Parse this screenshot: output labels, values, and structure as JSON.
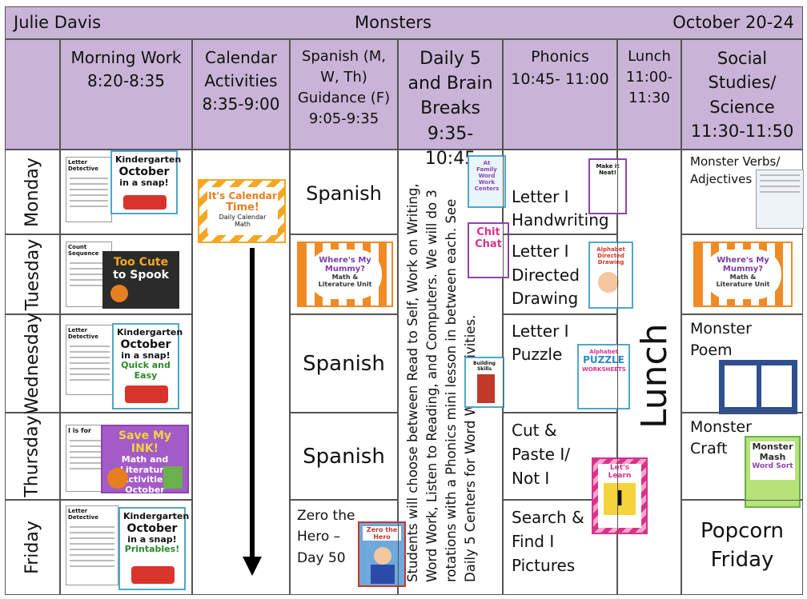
{
  "header": {
    "teacher": "Julie Davis",
    "theme": "Monsters",
    "dates": "October 20-24"
  },
  "columns": [
    {
      "line1": "Morning Work",
      "line2": "8:20-8:35"
    },
    {
      "line1": "Calendar",
      "line2": "Activities",
      "line3": "8:35-9:00"
    },
    {
      "line1": "Spanish (M,",
      "line2": "W, Th)",
      "line3": "Guidance (F)",
      "line4": "9:05-9:35"
    },
    {
      "line1": "Daily 5",
      "line2": "and Brain",
      "line3": "Breaks",
      "line4": "9:35- 10:45"
    },
    {
      "line1": "Phonics",
      "line2": "10:45- 11:00"
    },
    {
      "line1": "Lunch",
      "line2": "11:00-",
      "line3": "11:30"
    },
    {
      "line1": "Social",
      "line2": "Studies/",
      "line3": "Science",
      "line4": "11:30-11:50"
    }
  ],
  "days": [
    "Monday",
    "Tuesday",
    "Wednesday",
    "Thursday",
    "Friday"
  ],
  "spanish": {
    "monday": "Spanish",
    "wednesday": "Spanish",
    "thursday": "Spanish",
    "friday_line1": "Zero the",
    "friday_line2": "Hero –",
    "friday_line3": "Day 50"
  },
  "daily5_text": [
    "Students will choose between Read to Self, Work on Writing,",
    "Word Work, Listen to Reading, and Computers. We will do 3",
    "rotations with a Phonics mini lesson in between each. See",
    "Daily 5 Centers for Word Work activities."
  ],
  "phonics": {
    "monday": [
      "Letter I",
      "Handwriting"
    ],
    "tuesday": [
      "Letter I",
      "Directed",
      "Drawing"
    ],
    "wednesday": [
      "Letter I",
      "Puzzle"
    ],
    "thursday": [
      "Cut &",
      "Paste I/",
      "Not I"
    ],
    "friday": [
      "Search &",
      "Find I",
      "Pictures"
    ]
  },
  "lunch_label": "Lunch",
  "social": {
    "monday": [
      "Monster Verbs/",
      "Adjectives"
    ],
    "wednesday": [
      "Monster",
      "Poem"
    ],
    "thursday": [
      "Monster",
      "Craft"
    ],
    "friday": [
      "Popcorn",
      "Friday"
    ]
  },
  "thumbnails": {
    "kinder_october": [
      "Kindergarten",
      "October",
      "in a snap!",
      "Quick and Easy",
      "Printables!"
    ],
    "too_cute": [
      "Too Cute",
      "to Spook"
    ],
    "save_my_ink": [
      "Save My INK!",
      "Math and Literature Activities",
      "October"
    ],
    "calendar_time": [
      "It's Calendar",
      "Time!",
      "Daily Calendar",
      "Math"
    ],
    "wheres_mummy": [
      "Where's My",
      "Mummy?",
      "Math &",
      "Literature Unit"
    ],
    "zero_hero": [
      "Zero the Hero"
    ],
    "word_work": [
      "At Family",
      "Word Work",
      "Centers"
    ],
    "chit_chat": [
      "Chit",
      "Chat"
    ],
    "building_skills": [
      "Building Skills"
    ],
    "make_neat": [
      "Make it",
      "Neat!"
    ],
    "alphabet_directed": [
      "Alphabet",
      "Directed Drawing"
    ],
    "alphabet_puzzle": [
      "Alphabet",
      "PUZZLE",
      "WORKSHEETS"
    ],
    "lets_learn": [
      "Let's Learn",
      "I"
    ],
    "monster_mash": [
      "Monster",
      "Mash",
      "Word Sort"
    ],
    "worksheet_letter_detective": "Letter Detective",
    "worksheet_counting": "Count Sequence",
    "worksheet_i": "I is for"
  },
  "colors": {
    "header_purple": "#c9b3d6",
    "border": "#555555",
    "thumb_border": "#4fa7c9",
    "chevron_orange": "#f5a623"
  }
}
